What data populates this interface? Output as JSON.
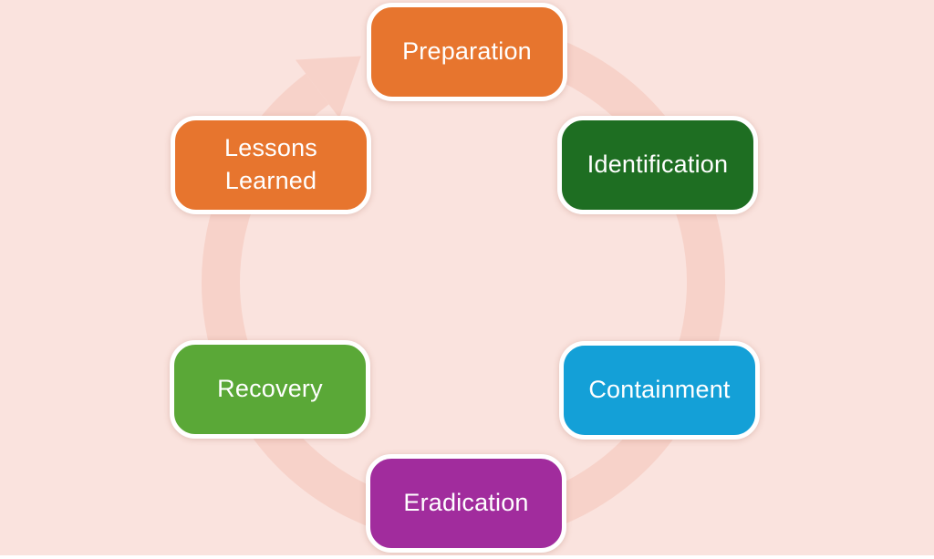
{
  "diagram": {
    "type": "cycle",
    "direction": "clockwise",
    "background_color": "#FAE3DE",
    "box_border_color": "#FFFFFF",
    "label_text_color": "#FFFFFF"
  },
  "ring": {
    "color": "#F7D2C9",
    "arrowhead": "clockwise-arrowhead-top-left"
  },
  "stages": [
    {
      "id": "preparation",
      "label": "Preparation",
      "color": "#E7752E",
      "position": "top"
    },
    {
      "id": "identification",
      "label": "Identification",
      "color": "#1E6E22",
      "position": "top-right"
    },
    {
      "id": "containment",
      "label": "Containment",
      "color": "#14A0D7",
      "position": "bottom-right"
    },
    {
      "id": "eradication",
      "label": "Eradication",
      "color": "#A12C9D",
      "position": "bottom"
    },
    {
      "id": "recovery",
      "label": "Recovery",
      "color": "#5AA837",
      "position": "bottom-left"
    },
    {
      "id": "lessons-learned",
      "label": "Lessons\nLearned",
      "color": "#E7752E",
      "position": "top-left"
    }
  ]
}
